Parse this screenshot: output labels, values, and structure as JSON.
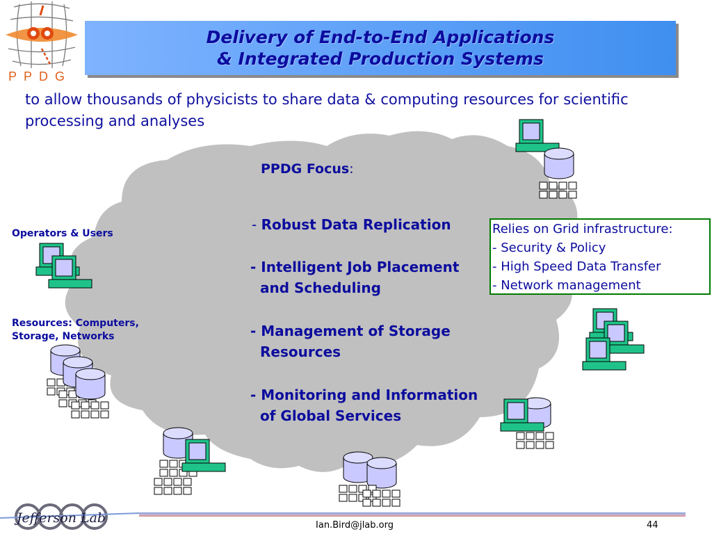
{
  "logo": {
    "text": "PPDG",
    "letters": [
      "P",
      "P",
      "D",
      "G"
    ]
  },
  "title": {
    "line1": "Delivery of End-to-End Applications",
    "line2": "& Integrated Production Systems"
  },
  "subtitle": "to allow thousands of physicists to share data & computing resources for scientific processing and analyses",
  "focus": {
    "heading": "PPDG Focus",
    "heading_suffix": ":",
    "items": [
      {
        "prefix": "- ",
        "text": "Robust Data Replication"
      },
      {
        "prefix": "- ",
        "text": "Intelligent Job Placement",
        "line2": "and Scheduling"
      },
      {
        "prefix": "- ",
        "text": "Management of Storage",
        "line2": "Resources"
      },
      {
        "prefix": "- ",
        "text": "Monitoring and Information",
        "line2": "of Global Services"
      }
    ]
  },
  "grid_box": {
    "heading": "Relies on Grid infrastructure:",
    "items": [
      "- Security & Policy",
      "- High Speed Data Transfer",
      "- Network management"
    ]
  },
  "labels": {
    "operators": "Operators & Users",
    "resources_line1": "Resources: Computers,",
    "resources_line2": "Storage, Networks"
  },
  "footer": {
    "email": "Ian.Bird@jlab.org",
    "page": "44",
    "lab_logo_text": "Jefferson Lab"
  },
  "colors": {
    "text_blue": "#0c0c9e",
    "cloud_gray": "#c0c0c0",
    "terminal_teal": "#1fc38a",
    "disk_lavender": "#c9c9ff",
    "box_green": "#007a00"
  }
}
